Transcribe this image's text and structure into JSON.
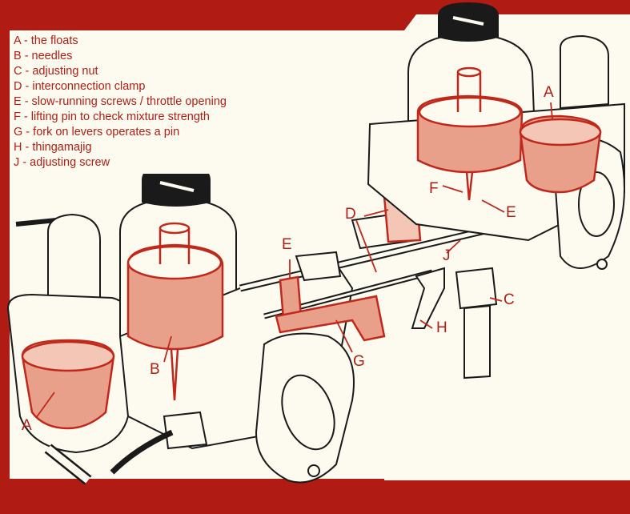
{
  "legend": [
    {
      "key": "A",
      "text": "A - the floats"
    },
    {
      "key": "B",
      "text": "B - needles"
    },
    {
      "key": "C",
      "text": "C - adjusting nut"
    },
    {
      "key": "D",
      "text": "D - interconnection clamp"
    },
    {
      "key": "E",
      "text": "E - slow-running screws / throttle opening"
    },
    {
      "key": "F",
      "text": "F - lifting pin to check mixture strength"
    },
    {
      "key": "G",
      "text": "G - fork on levers operates a pin"
    },
    {
      "key": "H",
      "text": "H - thingamajig"
    },
    {
      "key": "J",
      "text": "J - adjusting screw"
    }
  ],
  "callouts": {
    "a_left": "A",
    "a_right": "A",
    "b": "B",
    "c": "C",
    "d": "D",
    "e_left": "E",
    "e_right": "E",
    "f": "F",
    "g": "G",
    "h": "H",
    "j": "J"
  },
  "colors": {
    "frame": "#b01c14",
    "paper": "#fdfbf0",
    "ink": "#1a1a1a",
    "accent": "#c0281c",
    "tint": "#e9a08a"
  }
}
